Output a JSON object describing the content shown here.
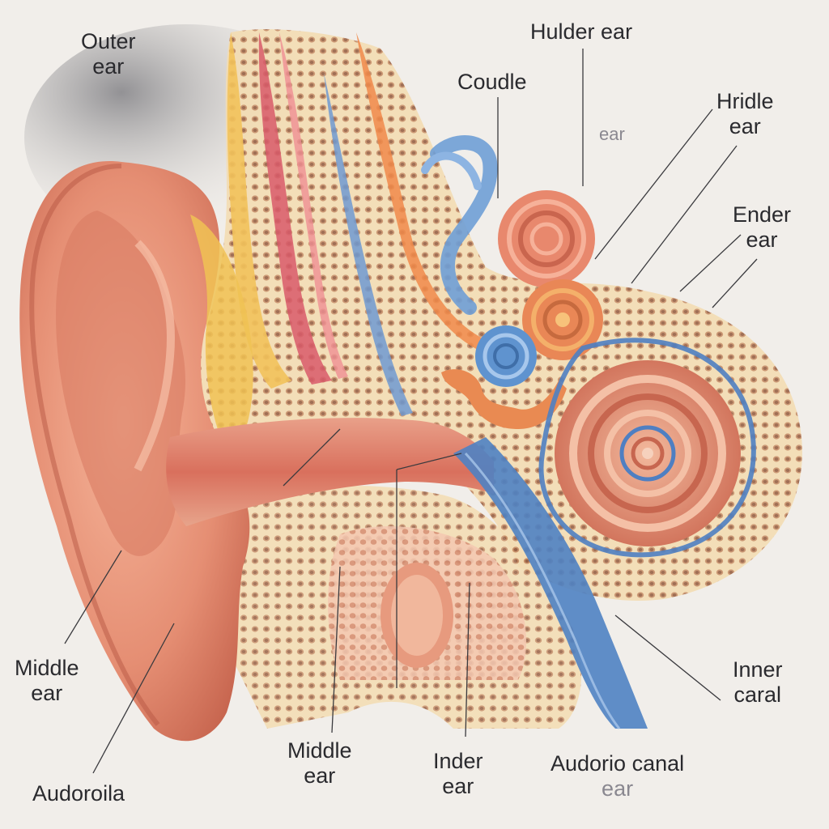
{
  "labels": {
    "outer_ear": {
      "line1": "Outer",
      "line2": "ear"
    },
    "hulder_ear": {
      "line1": "Hulder ear"
    },
    "coudle": {
      "line1": "Coudle"
    },
    "ear_faint": {
      "line1": "ear"
    },
    "hridle_ear": {
      "line1": "Hridle",
      "line2": "ear"
    },
    "ender_ear": {
      "line1": "Ender",
      "line2": "ear"
    },
    "middle_ear_left": {
      "line1": "Middle",
      "line2": "ear"
    },
    "audoroila": {
      "line1": "Audoroila"
    },
    "middle_ear_bottom": {
      "line1": "Middle",
      "line2": "ear"
    },
    "inder_ear": {
      "line1": "Inder",
      "line2": "ear"
    },
    "audorio_canal": {
      "line1": "Audorio canal",
      "line2": "ear"
    },
    "inner_caral": {
      "line1": "Inner",
      "line2": "caral"
    }
  },
  "colors": {
    "background": "#f1eeea",
    "skin": "#e8957a",
    "bone": "#f3d6a8",
    "nerve_blue": "#5b8fc9",
    "cochlea": "#e89374",
    "vessel_red": "#c94a5a",
    "label_text": "#2a2a2e"
  }
}
